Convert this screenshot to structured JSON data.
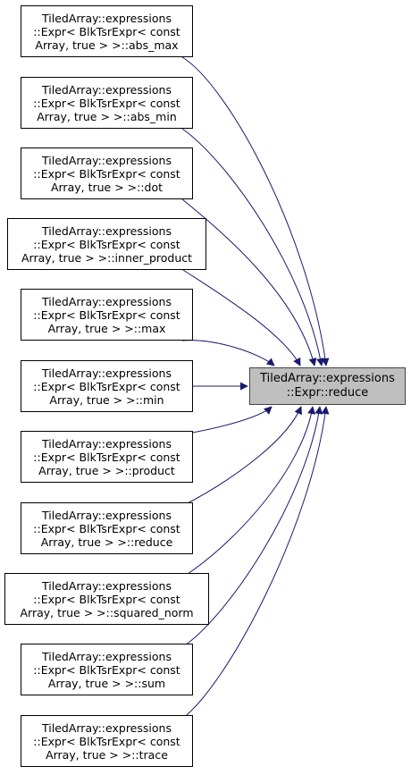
{
  "diagram": {
    "target": {
      "lines": [
        "TiledArray::expressions",
        "::Expr::reduce"
      ]
    },
    "callers": [
      {
        "lines": [
          "TiledArray::expressions",
          "::Expr< BlkTsrExpr< const",
          "Array, true > >::abs_max"
        ]
      },
      {
        "lines": [
          "TiledArray::expressions",
          "::Expr< BlkTsrExpr< const",
          "Array, true > >::abs_min"
        ]
      },
      {
        "lines": [
          "TiledArray::expressions",
          "::Expr< BlkTsrExpr< const",
          "Array, true > >::dot"
        ]
      },
      {
        "lines": [
          "TiledArray::expressions",
          "::Expr< BlkTsrExpr< const",
          "Array, true > >::inner_product"
        ]
      },
      {
        "lines": [
          "TiledArray::expressions",
          "::Expr< BlkTsrExpr< const",
          "Array, true > >::max"
        ]
      },
      {
        "lines": [
          "TiledArray::expressions",
          "::Expr< BlkTsrExpr< const",
          "Array, true > >::min"
        ]
      },
      {
        "lines": [
          "TiledArray::expressions",
          "::Expr< BlkTsrExpr< const",
          "Array, true > >::product"
        ]
      },
      {
        "lines": [
          "TiledArray::expressions",
          "::Expr< BlkTsrExpr< const",
          "Array, true > >::reduce"
        ]
      },
      {
        "lines": [
          "TiledArray::expressions",
          "::Expr< BlkTsrExpr< const",
          "Array, true > >::squared_norm"
        ]
      },
      {
        "lines": [
          "TiledArray::expressions",
          "::Expr< BlkTsrExpr< const",
          "Array, true > >::sum"
        ]
      },
      {
        "lines": [
          "TiledArray::expressions",
          "::Expr< BlkTsrExpr< const",
          "Array, true > >::trace"
        ]
      }
    ],
    "edge_color": "#191970"
  }
}
